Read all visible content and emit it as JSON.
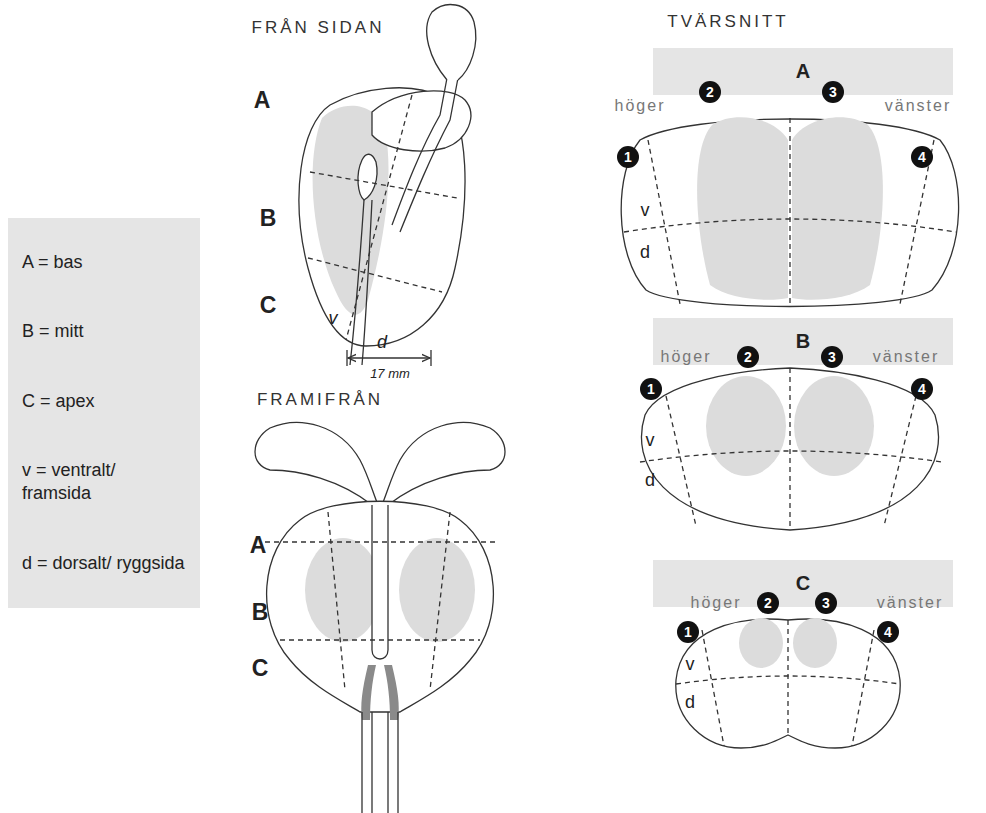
{
  "diagram": {
    "nodes": [
      {
        "text": [
          "A = bas",
          "B = mitt",
          "C = apex",
          "v = ventralt/ framsida",
          "d = dorsalt/ ryggsida"
        ]
      },
      {
        "text": [
          "A"
        ]
      },
      {
        "text": [
          "B"
        ]
      },
      {
        "text": [
          "C"
        ]
      }
    ],
    "labels": [
      "FRÅN SIDAN",
      "A",
      "B",
      "C",
      "v",
      "d",
      "17 mm",
      "FRAMIFRÅN",
      "A",
      "B",
      "C",
      "TVÄRSNITT",
      "höger",
      "2",
      "3",
      "vänster",
      "1",
      "4",
      "v",
      "d",
      "höger",
      "2",
      "3",
      "vänster",
      "1",
      "4",
      "v",
      "d",
      "höger",
      "2",
      "3",
      "vänster",
      "1",
      "4",
      "v",
      "d"
    ]
  }
}
